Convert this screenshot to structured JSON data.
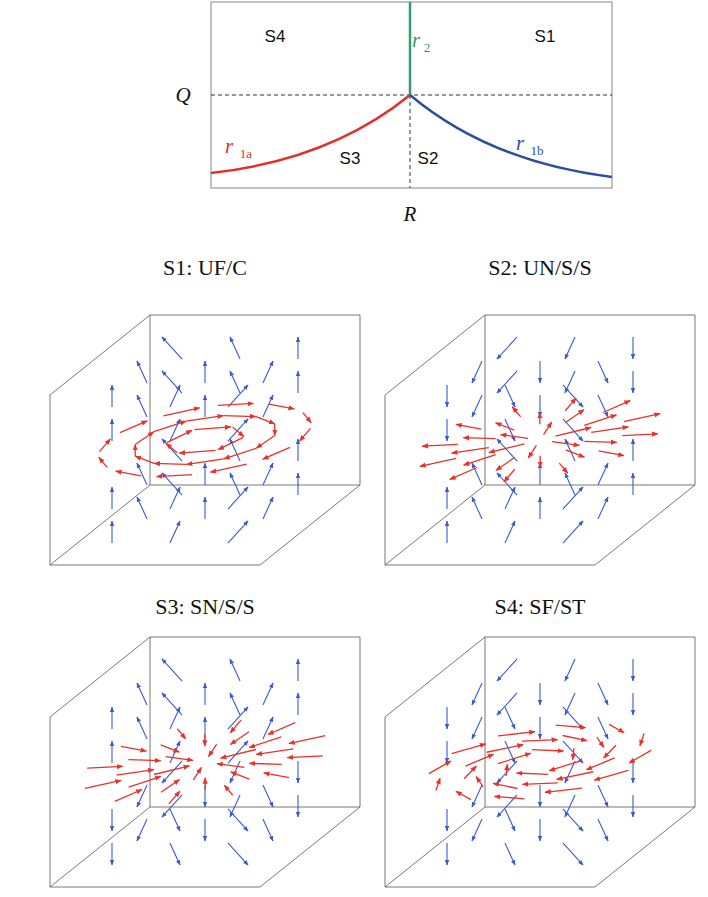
{
  "diagram": {
    "labels": [
      "S4",
      "r",
      "2",
      "S1",
      "Q",
      "r",
      "1a",
      "S3",
      "S2",
      "r",
      "1b",
      "R",
      "S1: UF/C",
      "S2: UN/S/S",
      "S3: SN/S/S",
      "S4: SF/ST"
    ]
  }
}
